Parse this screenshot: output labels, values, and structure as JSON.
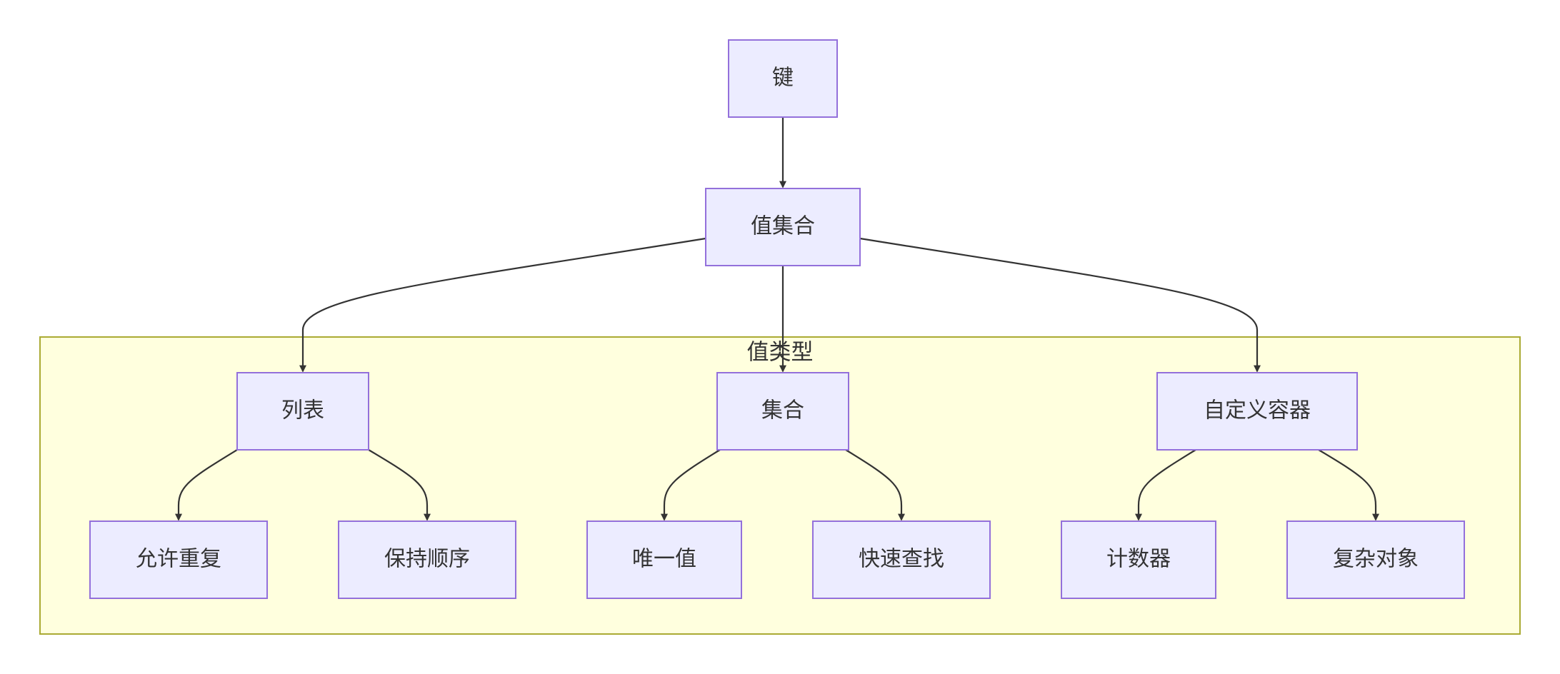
{
  "nodes": {
    "key": "键",
    "value_set": "值集合",
    "list": "列表",
    "set": "集合",
    "custom_container": "自定义容器",
    "allow_duplicates": "允许重复",
    "keep_order": "保持顺序",
    "unique_values": "唯一值",
    "fast_lookup": "快速查找",
    "counter": "计数器",
    "complex_object": "复杂对象"
  },
  "cluster": {
    "title": "值类型"
  },
  "edges": [
    [
      "key",
      "value_set"
    ],
    [
      "value_set",
      "list"
    ],
    [
      "value_set",
      "set"
    ],
    [
      "value_set",
      "custom_container"
    ],
    [
      "list",
      "allow_duplicates"
    ],
    [
      "list",
      "keep_order"
    ],
    [
      "set",
      "unique_values"
    ],
    [
      "set",
      "fast_lookup"
    ],
    [
      "custom_container",
      "counter"
    ],
    [
      "custom_container",
      "complex_object"
    ]
  ],
  "colors": {
    "node_fill": "#ececff",
    "node_stroke": "#9370db",
    "cluster_fill": "#ffffde",
    "cluster_stroke": "#aaaa33",
    "edge": "#333333",
    "text": "#333333"
  }
}
